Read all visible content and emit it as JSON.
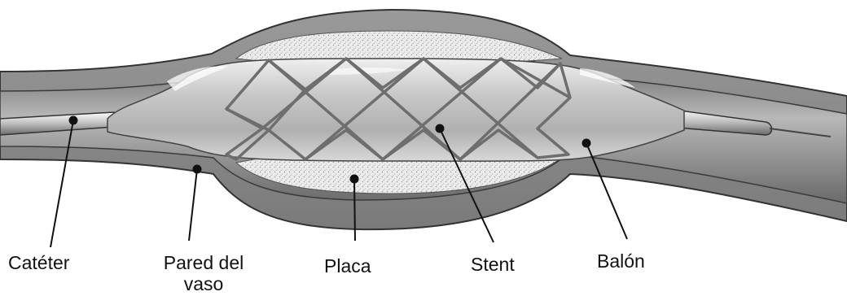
{
  "labels": {
    "cateter": "Catéter",
    "pared_line1": "Pared del",
    "pared_line2": "vaso",
    "placa": "Placa",
    "stent": "Stent",
    "balon": "Balón"
  },
  "colors": {
    "vessel_wall": "#8a8a8a",
    "vessel_outline": "#3a3a3a",
    "balloon": "#d6d6d6",
    "plaque": "#e8e8e8",
    "stent_mesh": "#6e6e6e"
  }
}
